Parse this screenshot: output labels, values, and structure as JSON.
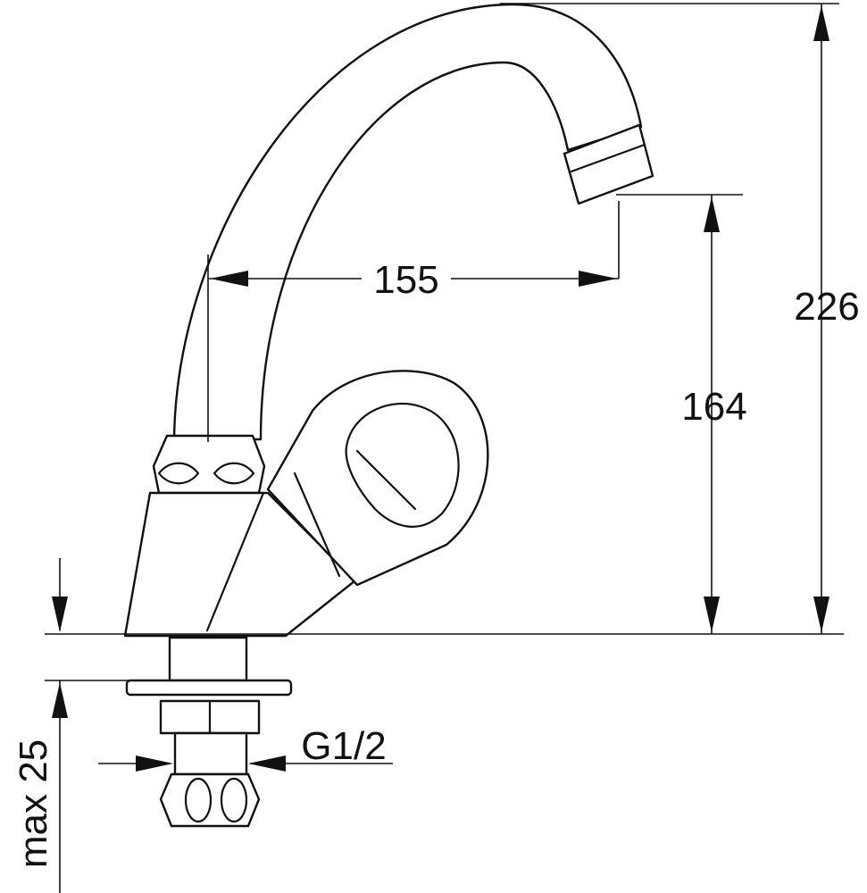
{
  "title": "Faucet dimension drawing",
  "dimensions": {
    "reach": "155",
    "spout_height": "164",
    "total_height": "226",
    "thread": "G1/2",
    "max_thickness": "max 25"
  }
}
